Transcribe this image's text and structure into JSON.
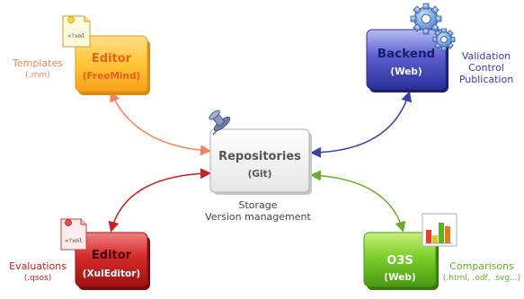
{
  "diagram": {
    "center": {
      "title": "Repositories",
      "subtitle": "(Git)",
      "caption_line1": "Storage",
      "caption_line2": "Version management"
    },
    "editor_freemind": {
      "title": "Editor",
      "subtitle": "(FreeMind)",
      "side_line1": "Templates",
      "side_line2": "(.mm)",
      "doc_text": "<?xml",
      "color": "#f5a623"
    },
    "backend": {
      "title": "Backend",
      "subtitle": "(Web)",
      "side_line1": "Validation",
      "side_line2": "Control",
      "side_line3": "Publication",
      "color": "#3d3da8"
    },
    "editor_xuleditor": {
      "title": "Editor",
      "subtitle": "(XulEditor)",
      "side_line1": "Evaluations",
      "side_line2": "(.qsos)",
      "doc_text": "<?xml",
      "color": "#c62020"
    },
    "o3s": {
      "title": "O3S",
      "subtitle": "(Web)",
      "side_line1": "Comparisons",
      "side_line2": "(.html, .odf, .svg...)",
      "color": "#5aa820"
    }
  }
}
